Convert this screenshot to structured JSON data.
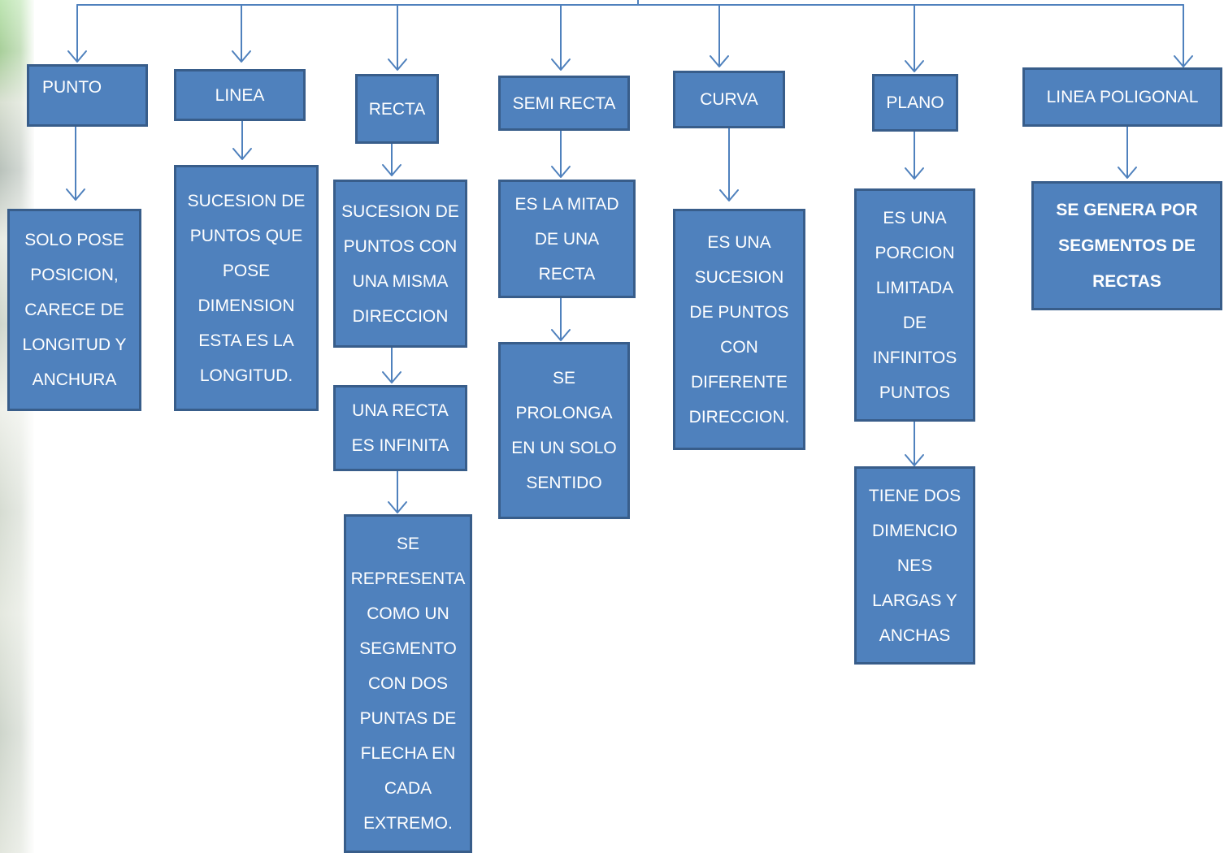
{
  "nodes": {
    "punto": "PUNTO",
    "punto_desc": "SOLO POSE\nPOSICION,\nCARECE DE\nLONGITUD Y\nANCHURA",
    "linea": "LINEA",
    "linea_desc": "SUCESION DE\nPUNTOS QUE\nPOSE\nDIMENSION\nESTA ES LA\nLONGITUD.",
    "recta": "RECTA",
    "recta_desc": "SUCESION DE\nPUNTOS CON\nUNA MISMA\nDIRECCION",
    "recta_infinita": "UNA RECTA\nES INFINITA",
    "recta_representa": "SE\nREPRESENTA\nCOMO UN\nSEGMENTO\nCON DOS\nPUNTAS DE\nFLECHA EN\nCADA\nEXTREMO.",
    "semi_recta": "SEMI RECTA",
    "semi_recta_desc": "ES LA MITAD\nDE UNA\nRECTA",
    "semi_recta_prolonga": "SE\nPROLONGA\nEN UN SOLO\nSENTIDO",
    "curva": "CURVA",
    "curva_desc": "ES UNA\nSUCESION\nDE PUNTOS\nCON\nDIFERENTE\nDIRECCION.",
    "plano": "PLANO",
    "plano_desc": "ES UNA\nPORCION\nLIMITADA\nDE\nINFINITOS\nPUNTOS",
    "plano_dimensiones": "TIENE DOS\nDIMENCIO\nNES\nLARGAS Y\nANCHAS",
    "linea_poligonal": "LINEA POLIGONAL",
    "linea_poligonal_desc": "SE GENERA POR\nSEGMENTOS DE\nRECTAS"
  },
  "colors": {
    "box_fill": "#4f81bd",
    "box_border": "#385d8a",
    "connector": "#4f81bd",
    "text": "#ffffff"
  }
}
